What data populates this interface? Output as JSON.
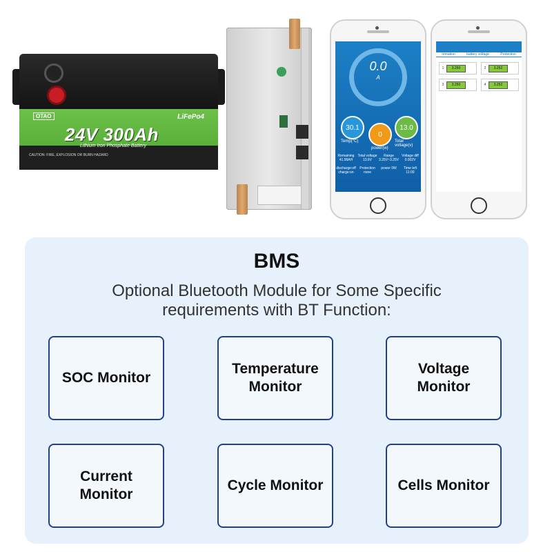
{
  "battery": {
    "brand": "OTAO",
    "model": "24V 300Ah",
    "chemistry": "LiFePo4",
    "subtitle": "Lithium Iron Phosphate Battery",
    "warning": "CAUTION: FIRE, EXPLOSION OR BURN HAZARD"
  },
  "app_main": {
    "current_value": "0.0",
    "current_unit": "A",
    "temp_value": "30.1",
    "temp_label": "Temp(°C)",
    "power_value": "0",
    "power_label": "power(w)",
    "voltage_value": "13.0",
    "voltage_label": "Total voltage(v)",
    "stats": [
      "Remaining 41.99AH",
      "Total voltage 13.6V",
      "Range 3.25V~3.25V",
      "Voltage diff 0.002V",
      "discharge:off charge:on",
      "Protection none",
      "power 0W",
      "Time left 11:00"
    ]
  },
  "app_cells": {
    "tabs": [
      "ormation",
      "battery voltage",
      "Protection"
    ],
    "cells": [
      {
        "num": "1",
        "value": "3.250"
      },
      {
        "num": "2",
        "value": "3.252"
      },
      {
        "num": "3",
        "value": "3.250"
      },
      {
        "num": "4",
        "value": "3.252"
      }
    ]
  },
  "panel": {
    "title": "BMS",
    "subtitle": "Optional Bluetooth Module for Some Specific requirements with BT Function:",
    "features": [
      "SOC Monitor",
      "Temperature Monitor",
      "Voltage Monitor",
      "Current Monitor",
      "Cycle Monitor",
      "Cells Monitor"
    ]
  }
}
